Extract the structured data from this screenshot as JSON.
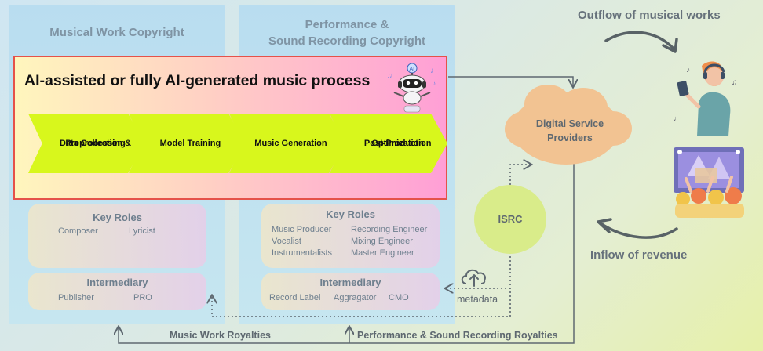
{
  "panels": {
    "musical_work": "Musical Work Copyright",
    "performance_line1": "Performance &",
    "performance_line2": "Sound Recording Copyright"
  },
  "process": {
    "title": "AI-assisted or fully AI-generated music process",
    "steps": [
      {
        "line1": "Data Collection &",
        "line2": "Preprocessing"
      },
      {
        "line1": "Model Training",
        "line2": ""
      },
      {
        "line1": "Music Generation",
        "line2": ""
      },
      {
        "line1": "Post-Production",
        "line2": "Optimization"
      }
    ]
  },
  "left_roles": {
    "title": "Key Roles",
    "items": [
      "Composer",
      "Lyricist"
    ]
  },
  "left_intermediary": {
    "title": "Intermediary",
    "items": [
      "Publisher",
      "PRO"
    ]
  },
  "right_roles": {
    "title": "Key Roles",
    "col1": [
      "Music Producer",
      "Vocalist",
      "Instrumentalists"
    ],
    "col2": [
      "Recording Engineer",
      "Mixing Engineer",
      "Master Engineer"
    ]
  },
  "right_intermediary": {
    "title": "Intermediary",
    "items": [
      "Record Label",
      "Aggragator",
      "CMO"
    ]
  },
  "dsp": {
    "line1": "Digital Service",
    "line2": "Providers"
  },
  "isrc": "ISRC",
  "metadata": "metadata",
  "outflow": "Outflow of musical works",
  "inflow": "Inflow of revenue",
  "royalties": {
    "music_work": "Music Work Royalties",
    "performance": "Performance & Sound Recording Royalties"
  },
  "colors": {
    "accent_border": "#e5524a",
    "chevron": "#d8f71c",
    "isrc": "#d9ec8a",
    "cloud": "#f2c392"
  }
}
